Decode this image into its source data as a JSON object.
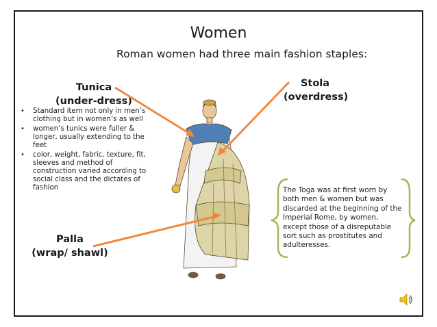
{
  "slide": {
    "title": "Women",
    "subtitle": "Roman women had three main fashion staples:"
  },
  "tunica": {
    "name": "Tunica",
    "desc": "(under-dress)",
    "bullets": [
      "Standard item not only in men’s clothing but in women’s as well",
      "women’s tunics were fuller & longer, usually extending to the feet",
      "color, weight, fabric, texture, fit, sleeves and method of construction varied according to social class and the dictates of fashion"
    ]
  },
  "stola": {
    "name": "Stola",
    "desc": "(overdress)"
  },
  "palla": {
    "name": "Palla",
    "desc": "(wrap/ shawl)"
  },
  "toga_note": "The Toga was at first worn by both men & women but was discarded at the beginning of the Imperial Rome, by women, except those of a disreputable sort such as prostitutes and adulteresses.",
  "colors": {
    "arrow": "#f0883c",
    "brace": "#9bbb59",
    "palla_fill": "#ddd4a8",
    "tunic_blue": "#4f7fb5"
  },
  "icons": {
    "audio": "speaker-icon"
  }
}
